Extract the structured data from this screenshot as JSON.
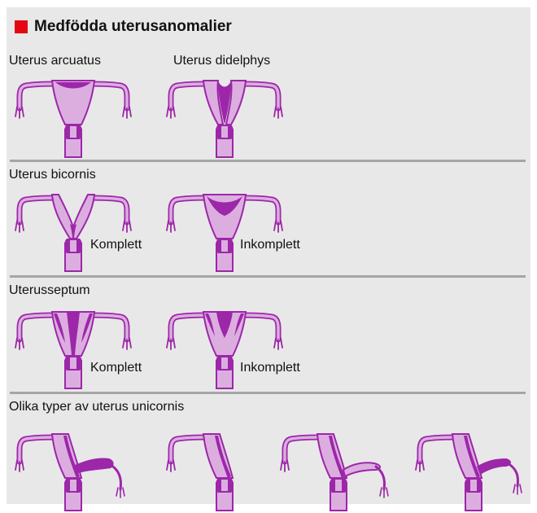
{
  "title": "Medfödda uterusanomalier",
  "colors": {
    "background": "#e8e8e8",
    "title_marker": "#e30613",
    "uterus_light": "#dcaee0",
    "uterus_dark": "#9c27a8",
    "divider": "#a6a6a6"
  },
  "sections": [
    {
      "items": [
        {
          "label": "Uterus arcuatus",
          "sublabel": ""
        },
        {
          "label": "Uterus didelphys",
          "sublabel": ""
        }
      ]
    },
    {
      "label": "Uterus bicornis",
      "items": [
        {
          "sublabel": "Komplett"
        },
        {
          "sublabel": "Inkomplett"
        }
      ]
    },
    {
      "label": "Uterusseptum",
      "items": [
        {
          "sublabel": "Komplett"
        },
        {
          "sublabel": "Inkomplett"
        }
      ]
    },
    {
      "label": "Olika typer av uterus unicornis",
      "items": [
        {},
        {},
        {},
        {}
      ]
    }
  ]
}
